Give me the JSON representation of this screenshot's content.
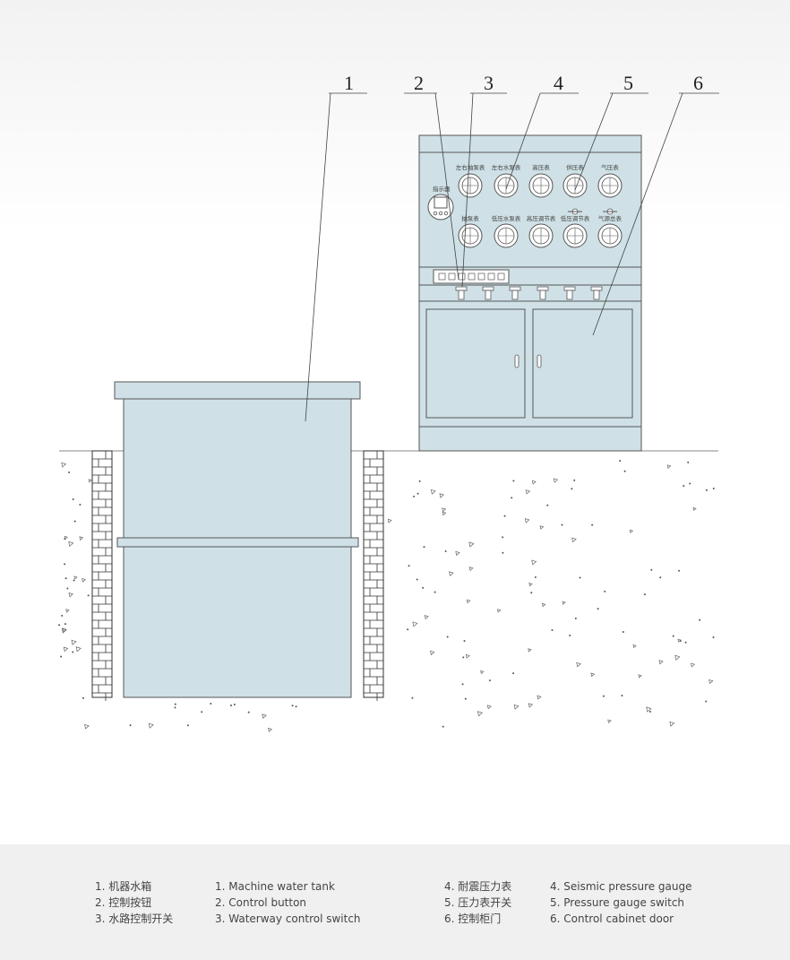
{
  "callouts": [
    "1",
    "2",
    "3",
    "4",
    "5",
    "6"
  ],
  "gauge_labels_top": [
    "左右抽泵表",
    "左右水泵表",
    "高压表",
    "供压表",
    "气压表"
  ],
  "gauge_labels_bottom": [
    "抽泵表",
    "低压水泵表",
    "高压调节表",
    "低压调节表",
    "气源总表"
  ],
  "panel_side_label": "指示器",
  "legend": {
    "cn_left": [
      "1. 机器水箱",
      "2. 控制按钮",
      "3. 水路控制开关"
    ],
    "en_left": [
      "1. Machine water tank",
      "2. Control button",
      "3. Waterway control switch"
    ],
    "cn_right": [
      "4. 耐震压力表",
      "5. 压力表开关",
      "6. 控制柜门"
    ],
    "en_right": [
      "4. Seismic pressure gauge",
      "5. Pressure gauge switch",
      "6. Control cabinet door"
    ]
  },
  "colors": {
    "equipment_fill": "#cfe1e6",
    "outline": "#555555",
    "brick": "#333333",
    "legend_bg": "#f0f0f0"
  }
}
